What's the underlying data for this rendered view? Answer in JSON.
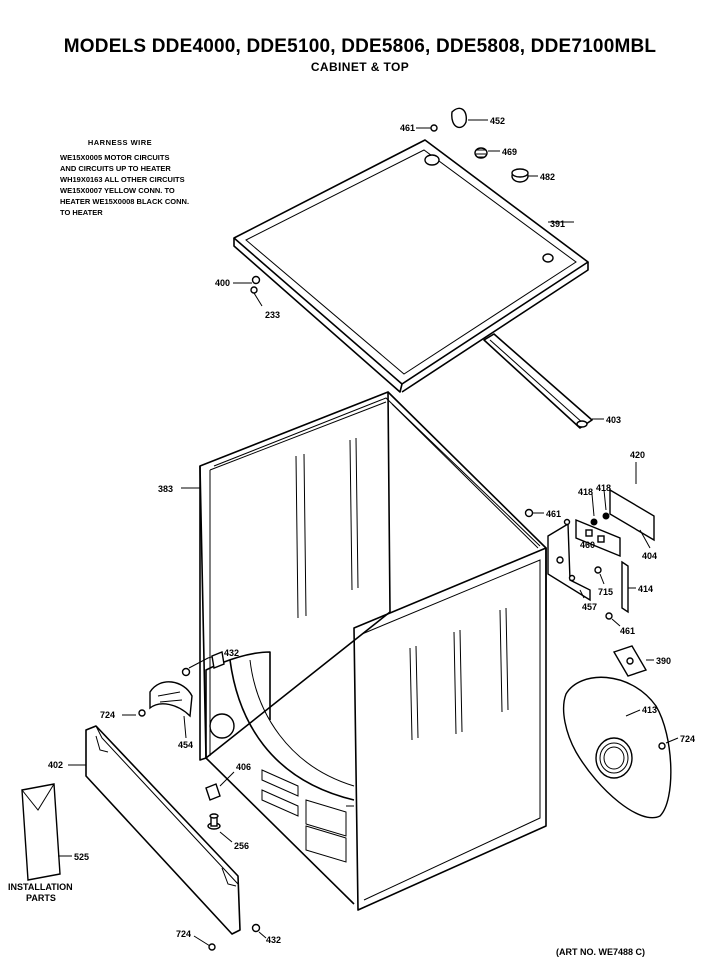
{
  "header": {
    "title": "MODELS DDE4000, DDE5100, DDE5806, DDE5808, DDE7100MBL",
    "subtitle": "CABINET & TOP"
  },
  "harness_note": {
    "title": "HARNESS WIRE",
    "lines": [
      "WE15X0005 MOTOR CIRCUITS",
      "AND CIRCUITS UP TO HEATER",
      "WH19X0163 ALL OTHER CIRCUITS",
      "WE15X0007 YELLOW CONN. TO",
      "HEATER WE15X0008 BLACK CONN.",
      "TO HEATER"
    ]
  },
  "parts": {
    "p461_top": "461",
    "p452": "452",
    "p469": "469",
    "p482": "482",
    "p391": "391",
    "p400": "400",
    "p233": "233",
    "p403": "403",
    "p383": "383",
    "p420": "420",
    "p418a": "418",
    "p418b": "418",
    "p461_mid": "461",
    "p460": "460",
    "p404": "404",
    "p715": "715",
    "p414": "414",
    "p457": "457",
    "p461_low": "461",
    "p390": "390",
    "p413": "413",
    "p724_right": "724",
    "p432_mid": "432",
    "p724_left": "724",
    "p454": "454",
    "p402": "402",
    "p406": "406",
    "p256": "256",
    "p525": "525",
    "installation": "INSTALLATION",
    "installation_parts": "PARTS",
    "p724_bottom": "724",
    "p432_bottom": "432"
  },
  "footer": {
    "art_no": "(ART NO. WE7488 C)"
  }
}
